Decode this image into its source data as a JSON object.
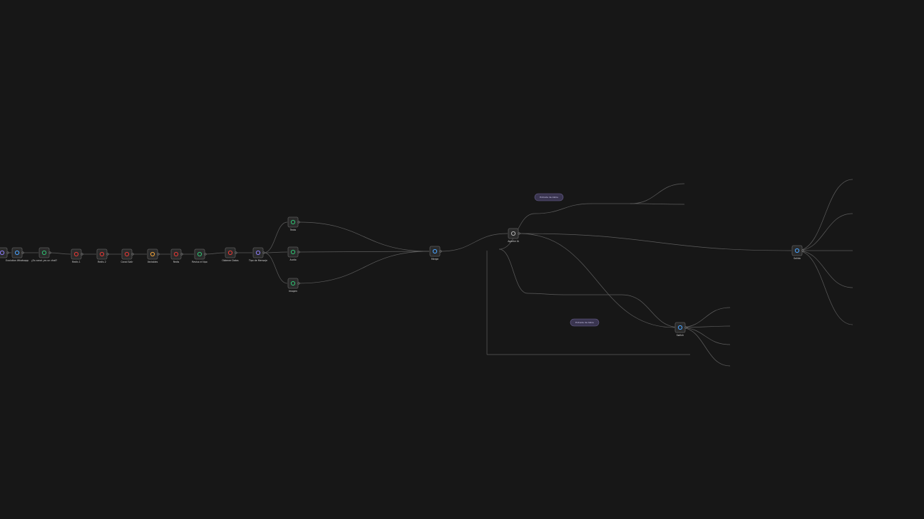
{
  "colors": {
    "background": "#171717",
    "node_fill": "#2a2a2a",
    "node_border": "#5a5a5a",
    "edge": "#5d5d5d",
    "icon_green": "#2fbf71",
    "icon_red": "#e53935",
    "icon_orange": "#f2a33a",
    "icon_purple": "#8b7cf6",
    "icon_blue": "#4aa3ff",
    "icon_gray": "#b0b0b0"
  },
  "nodes": [
    {
      "id": "n1",
      "label": "",
      "icon": "webhook-icon",
      "color": "#8b7cf6"
    },
    {
      "id": "n2",
      "label": "Evolution Whatsapp",
      "icon": "webhook-icon",
      "color": "#4aa3ff"
    },
    {
      "id": "n3",
      "label": "¿Es canal ¿es un chat?",
      "icon": "if-icon",
      "color": "#2fbf71"
    },
    {
      "id": "n4",
      "label": "Redis 1",
      "icon": "redis-icon",
      "color": "#e53935"
    },
    {
      "id": "n5",
      "label": "Redis 2",
      "icon": "redis-icon",
      "color": "#e53935"
    },
    {
      "id": "n6",
      "label": "Canal Salir",
      "icon": "stop-icon",
      "color": "#e53935"
    },
    {
      "id": "n7",
      "label": "Variables",
      "icon": "braces-icon",
      "color": "#f2a33a"
    },
    {
      "id": "n8",
      "label": "Redis",
      "icon": "redis-icon",
      "color": "#e53935"
    },
    {
      "id": "n9",
      "label": "Revisa el tipo",
      "icon": "if-icon",
      "color": "#2fbf71"
    },
    {
      "id": "n10",
      "label": "Obtener Datos",
      "icon": "redis-icon",
      "color": "#e53935"
    },
    {
      "id": "n11",
      "label": "Tipo de Mensaje",
      "icon": "switch-icon",
      "color": "#8b7cf6"
    },
    {
      "id": "n12",
      "label": "Texto",
      "icon": "if-icon",
      "color": "#2fbf71"
    },
    {
      "id": "n13",
      "label": "Audio",
      "icon": "if-icon",
      "color": "#2fbf71"
    },
    {
      "id": "n14",
      "label": "Imagen",
      "icon": "if-icon",
      "color": "#2fbf71"
    },
    {
      "id": "n15",
      "label": "Merge",
      "icon": "merge-icon",
      "color": "#4aa3ff"
    },
    {
      "id": "n16",
      "label": "Agente IA",
      "icon": "robot-icon",
      "color": "#b0b0b0"
    },
    {
      "id": "n17",
      "label": "Switch",
      "icon": "switch-icon",
      "color": "#4aa3ff"
    },
    {
      "id": "n18",
      "label": "Salida",
      "icon": "switch-icon",
      "color": "#4aa3ff"
    }
  ],
  "edge_labels": {
    "true": "true",
    "false": "false"
  },
  "pills": [
    {
      "id": "p1",
      "label": "Entrada de datos"
    },
    {
      "id": "p2",
      "label": "Entrada de datos"
    }
  ]
}
